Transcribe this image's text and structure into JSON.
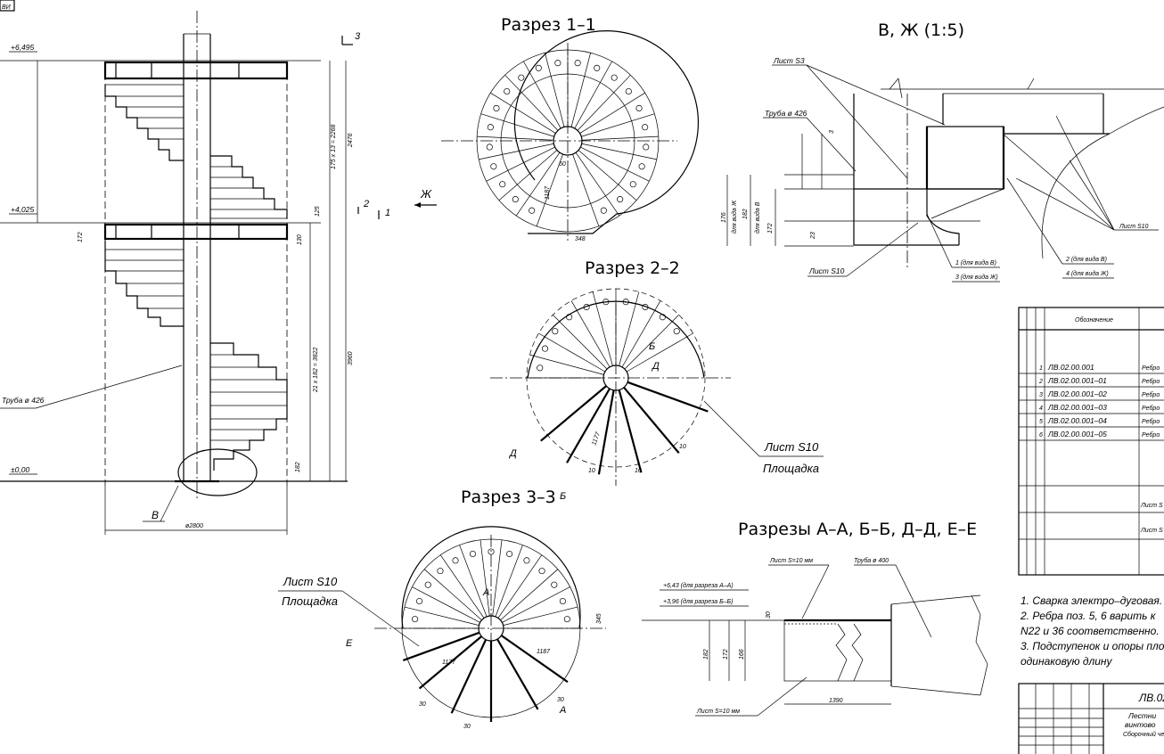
{
  "corner_tag": "ВИ",
  "titles": {
    "section_1": "Разрез 1–1",
    "section_2": "Разрез 2–2",
    "section_3": "Разрез 3–3",
    "detail": "В, Ж (1:5)",
    "sections_aa": "Разрезы А–А, Б–Б, Д–Д, Е–Е"
  },
  "elevation": {
    "level_top": "+6,495",
    "level_mid": "+4,025",
    "level_zero": "±0,00",
    "dim_upper": "175 x 13 = 2268",
    "dim_upper_total": "2476",
    "dim_lower": "21 x 182 = 3822",
    "dim_lower_total": "3960",
    "dim_172": "172",
    "dim_125": "125",
    "dim_182": "182",
    "dim_130": "130",
    "dim_width": "ø2800",
    "pipe_label": "Труба ø 426",
    "view_b": "В",
    "cut_1": "1",
    "cut_2": "2",
    "cut_3": "3",
    "view_zh": "Ж"
  },
  "section1": {
    "dim_1187": "1187",
    "dim_348": "348",
    "dim_50": "50"
  },
  "section2": {
    "dim_1177": "1177",
    "dim_10a": "10",
    "dim_10b": "10",
    "dim_10c": "10",
    "cut_b": "Б",
    "cut_d": "Д",
    "cut_d2": "Д",
    "cut_b2": "Б",
    "sheet_label": "Лист S10",
    "platform_label": "Площадка"
  },
  "section3": {
    "sheet_label": "Лист S10",
    "platform_label": "Площадка",
    "dim_1177": "1177",
    "dim_1187": "1187",
    "dim_345": "345",
    "dim_30a": "30",
    "dim_30b": "30",
    "dim_30c": "30",
    "cut_a": "А",
    "cut_e": "Е",
    "cut_a2": "А"
  },
  "detail": {
    "sheet_s3": "Лист S3",
    "pipe_426": "Труба ø 426",
    "sheet_s10a": "Лист S10",
    "sheet_s10b": "Лист S10",
    "tag_1": "1 (для вида В)",
    "tag_3": "3 (для вида Ж)",
    "tag_2": "2 (для вида В)",
    "tag_4": "4 (для вида Ж)",
    "dim_176": "176",
    "dim_182": "182",
    "dim_172": "172",
    "dim_23": "23",
    "dim_3": "3",
    "v_x": "для вида Ж",
    "v_b": "для вида В"
  },
  "sections_aa": {
    "level_643": "+6,43 (для разреза А–А)",
    "level_396": "+3,96 (для разреза Б–Б)",
    "sheet_top": "Лист S=10 мм",
    "pipe_400": "Труба ø 400",
    "sheet_bottom": "Лист S=10 мм",
    "dim_1390": "1390",
    "dim_182": "182",
    "dim_172": "172",
    "dim_166": "166",
    "dim_30": "30"
  },
  "spec_table": {
    "header": "Обозначение",
    "rows": [
      {
        "n": "1",
        "code": "ЛВ.02.00.001",
        "name": "Ребро"
      },
      {
        "n": "2",
        "code": "ЛВ.02.00.001–01",
        "name": "Ребро"
      },
      {
        "n": "3",
        "code": "ЛВ.02.00.001–02",
        "name": "Ребро"
      },
      {
        "n": "4",
        "code": "ЛВ.02.00.001–03",
        "name": "Ребро"
      },
      {
        "n": "5",
        "code": "ЛВ.02.00.001–04",
        "name": "Ребро"
      },
      {
        "n": "6",
        "code": "ЛВ.02.00.001–05",
        "name": "Ребро"
      }
    ],
    "side_1": "Лист S",
    "side_2": "Лист S"
  },
  "notes": [
    "1. Сварка электро–дуговая.",
    "2. Ребра поз. 5, 6 варить к",
    "N22 и 36 соответственно.",
    "3. Подступенок и опоры пло",
    "одинаковую длину"
  ],
  "title_block": {
    "code": "ЛВ.02",
    "name_1": "Лестни",
    "name_2": "винтово",
    "name_3": "Сборочный че"
  }
}
